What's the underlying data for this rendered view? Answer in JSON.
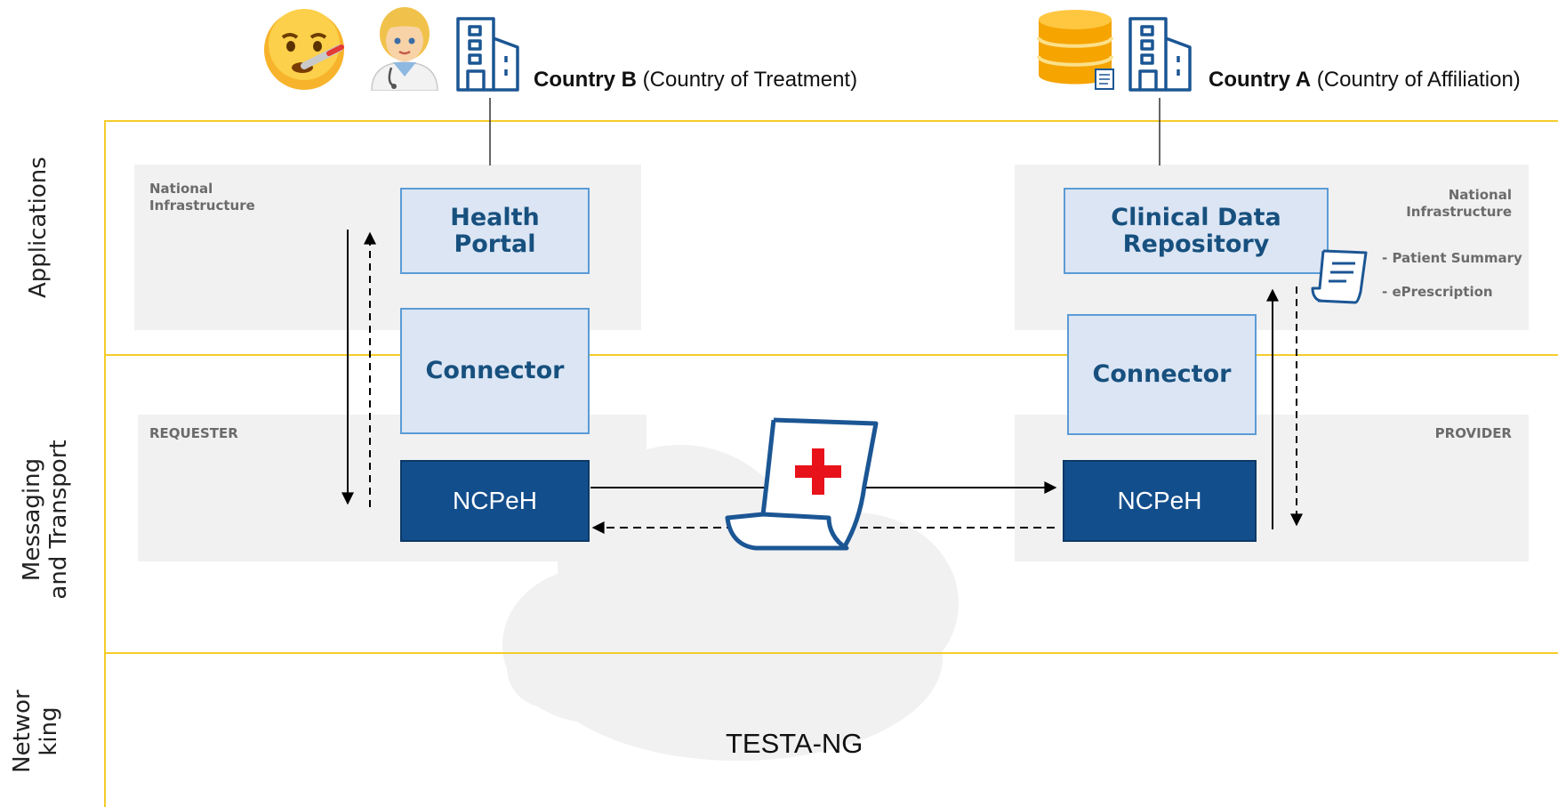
{
  "layers": {
    "applications": "Applications",
    "messaging": "Messaging and Transport",
    "networking": "Networking"
  },
  "country_b": {
    "name": "Country B",
    "role": "(Country of Treatment)"
  },
  "country_a": {
    "name": "Country A",
    "role": "(Country of Affiliation)"
  },
  "left": {
    "national_infrastructure": "National Infrastructure",
    "requester": "REQUESTER",
    "health_portal": "Health Portal",
    "connector": "Connector",
    "ncpeh": "NCPeH"
  },
  "right": {
    "national_infrastructure": "National Infrastructure",
    "provider": "PROVIDER",
    "clinical_data_repository": "Clinical Data Repository",
    "connector": "Connector",
    "ncpeh": "NCPeH",
    "documents": [
      "- Patient Summary",
      "- ePrescription"
    ]
  },
  "network": {
    "label": "TESTA-NG"
  },
  "colors": {
    "layer_line": "#f5cc2a",
    "zone_fill": "#f1f1f1",
    "light_box": "#dbe5f4",
    "light_border": "#5b9bd5",
    "dark_box": "#134e8c",
    "title_text": "#17507e",
    "cross": "#e8121b"
  },
  "icons": [
    "sick-face-icon",
    "doctor-icon",
    "hospital-building-icon",
    "database-icon",
    "document-icon",
    "medical-document-icon",
    "cloud-icon"
  ]
}
